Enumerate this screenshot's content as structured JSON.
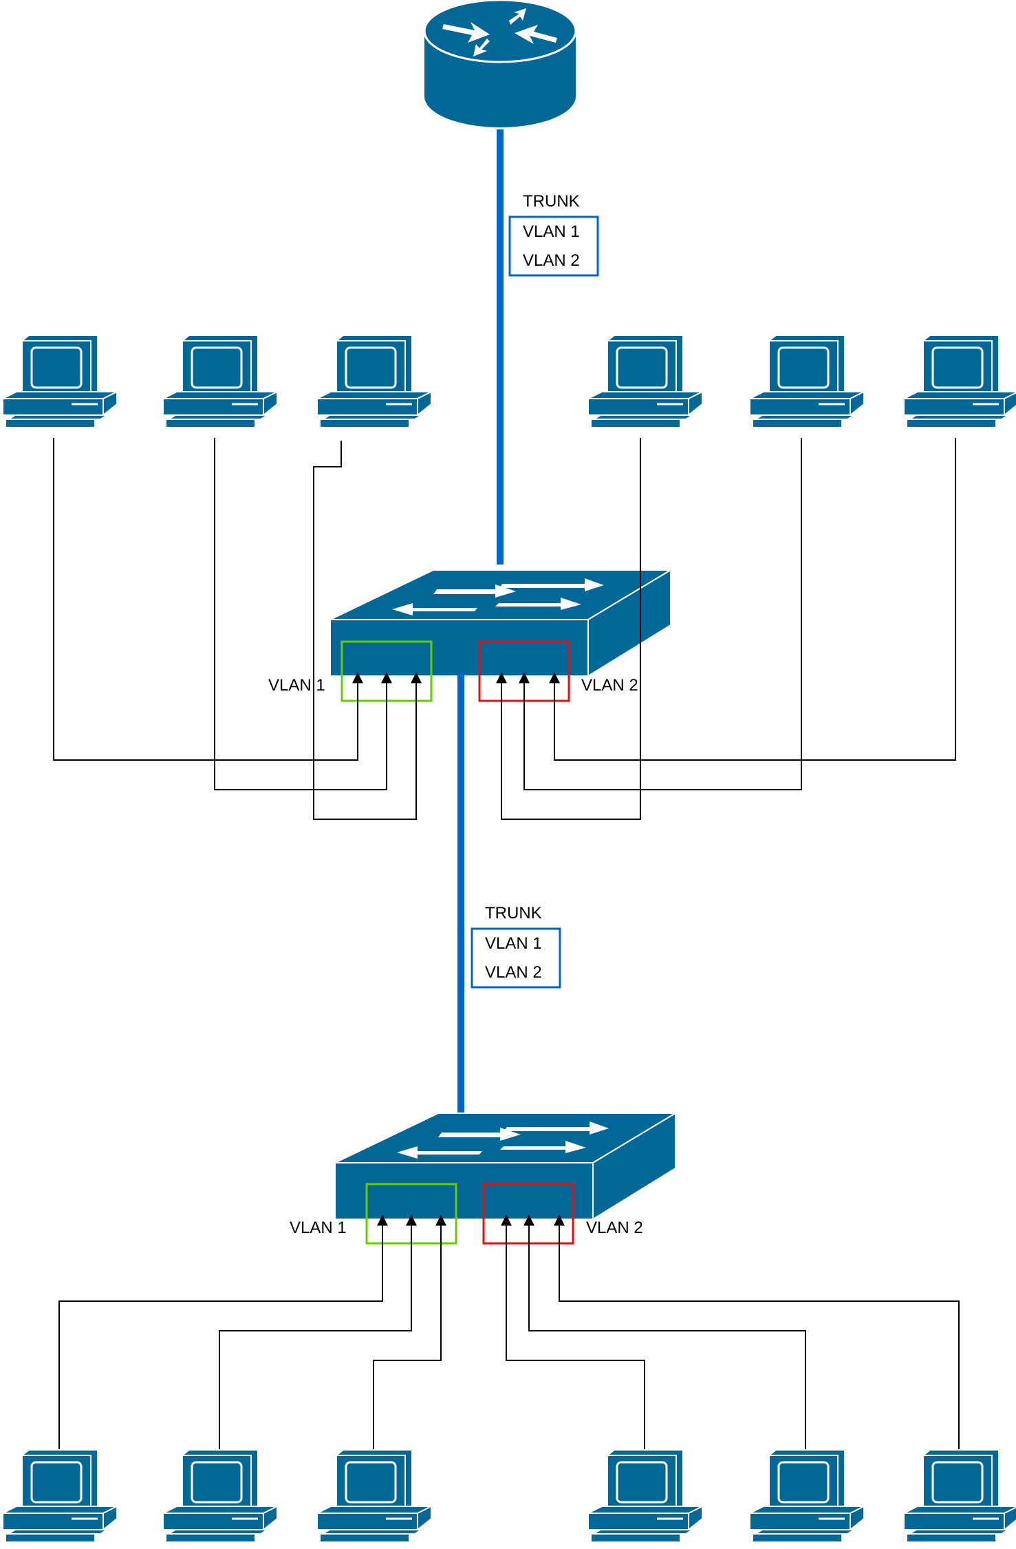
{
  "colors": {
    "device": "#036897",
    "device_dark": "#024f72",
    "trunk_line": "#0066cc",
    "trunk_box": "#0066cc",
    "vlan1_box": "#66cc00",
    "vlan2_box": "#e01010",
    "wire": "#000000"
  },
  "router": {
    "icon": "router-icon"
  },
  "trunks": [
    {
      "title": "TRUNK",
      "vlans": [
        "VLAN 1",
        "VLAN 2"
      ]
    },
    {
      "title": "TRUNK",
      "vlans": [
        "VLAN 1",
        "VLAN 2"
      ]
    }
  ],
  "switches": [
    {
      "icon": "switch-icon",
      "left_label": "VLAN 1",
      "right_label": "VLAN 2"
    },
    {
      "icon": "switch-icon",
      "left_label": "VLAN 1",
      "right_label": "VLAN 2"
    }
  ],
  "computers": {
    "icon": "workstation-icon",
    "per_switch": 6
  }
}
